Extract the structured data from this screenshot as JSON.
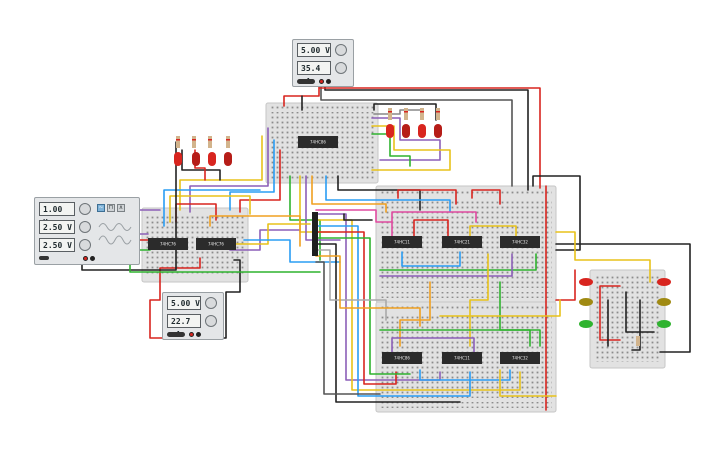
{
  "power_supply_top": {
    "voltage": "5.00 V",
    "current": "35.4 mA"
  },
  "power_supply_bottom": {
    "voltage": "5.00 V",
    "current": "22.7 mA"
  },
  "function_generator": {
    "frequency": "1.00 Hz",
    "amplitude": "2.50 V",
    "offset": "2.50 V",
    "wave_buttons": [
      "sine-icon",
      "square-icon",
      "triangle-icon"
    ]
  },
  "chips": {
    "top_board": "74HC86",
    "left_board": [
      "74HC76",
      "74HC76"
    ],
    "main_upper": [
      "74HC11",
      "74HC21",
      "74HC32"
    ],
    "main_lower": [
      "74HC86",
      "74HC11",
      "74HC32"
    ]
  },
  "leds": {
    "top_resistor_led_groups": [
      "red-led",
      "red-led",
      "red-led",
      "red-led"
    ],
    "right_indicators": [
      "red-led",
      "olive-led",
      "green-led"
    ]
  },
  "colors": {
    "breadboard": "#e2e2e2",
    "chip": "#2b2b2b",
    "led_red": "#d8251f",
    "led_olive": "#a08a12",
    "led_green": "#2fb32f"
  }
}
